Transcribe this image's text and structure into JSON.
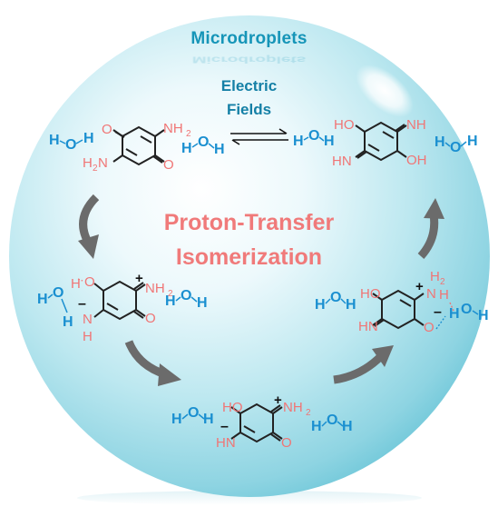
{
  "labels": {
    "title": "Microdroplets",
    "field_line1": "Electric",
    "field_line2": "Fields",
    "center_line1": "Proton-Transfer",
    "center_line2": "Isomerization"
  },
  "chem": {
    "h": "H",
    "o": "O",
    "oh": "OH",
    "ho": "HO",
    "nh2": "NH",
    "h2": "H",
    "nh": "NH",
    "hn": "HN",
    "n": "N",
    "sub2": "2",
    "plus": "+",
    "minus": "–"
  },
  "colors": {
    "droplet": "#8ed4e0",
    "water": "#1a8fd0",
    "hetero": "#f07575",
    "bond": "#222222",
    "arrow": "#6b6b6b",
    "title": "#1695b8"
  }
}
